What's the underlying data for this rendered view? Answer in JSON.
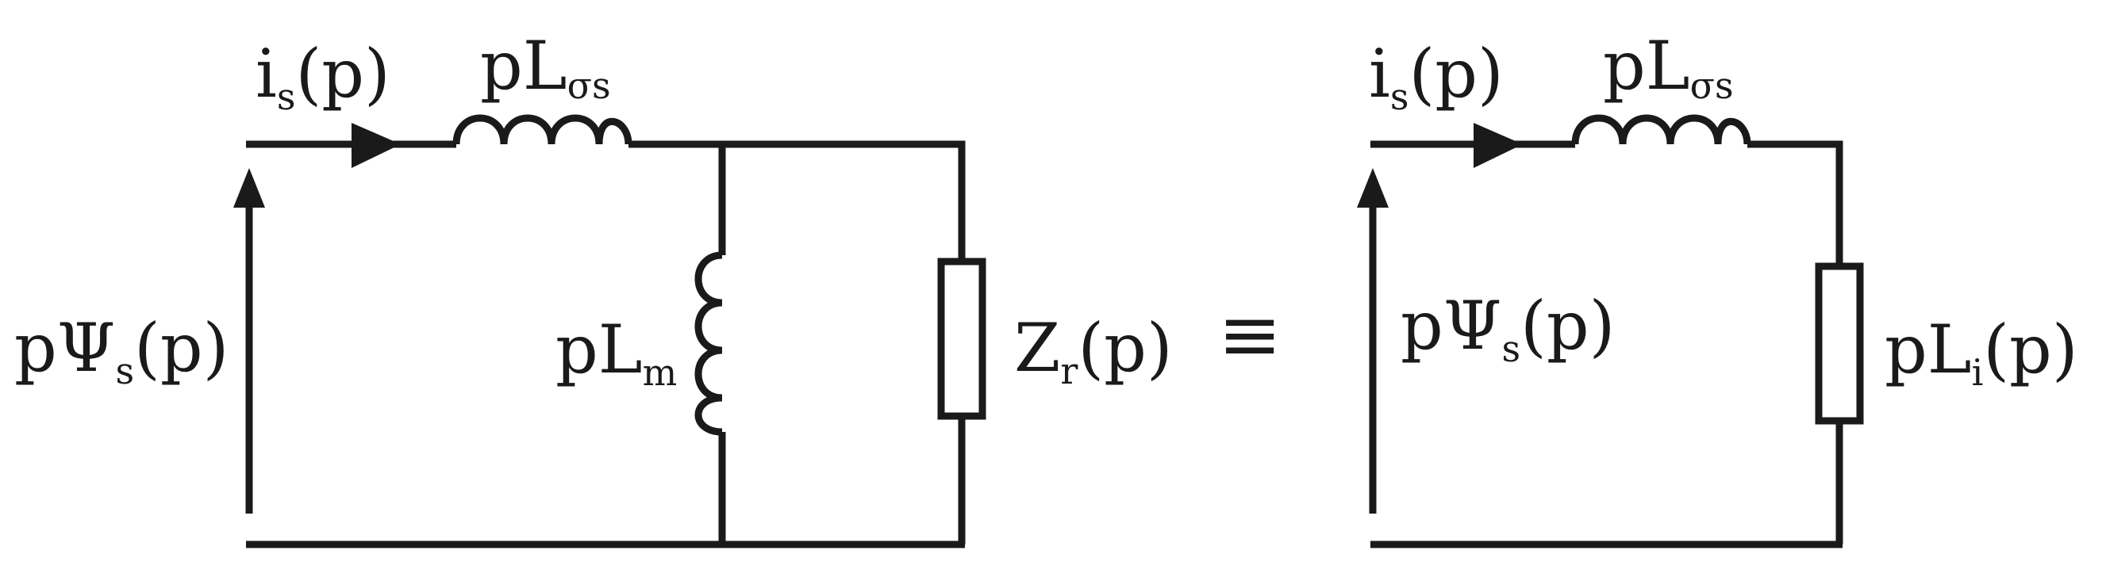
{
  "left_circuit": {
    "current": {
      "base": "i",
      "sub": "s",
      "arg": "(p)"
    },
    "series_inductor": {
      "base": "pL",
      "sub": "σs"
    },
    "voltage": {
      "base": "pΨ",
      "sub": "s",
      "arg": "(p)"
    },
    "shunt_inductor": {
      "base": "pL",
      "sub": "m"
    },
    "impedance": {
      "base": "Z",
      "sub": "r",
      "arg": "(p)"
    }
  },
  "equivalence_symbol": "≡",
  "right_circuit": {
    "current": {
      "base": "i",
      "sub": "s",
      "arg": "(p)"
    },
    "series_inductor": {
      "base": "pL",
      "sub": "σs"
    },
    "voltage": {
      "base": "pΨ",
      "sub": "s",
      "arg": "(p)"
    },
    "impedance": {
      "base": "pL",
      "sub": "i",
      "arg": "(p)"
    }
  }
}
